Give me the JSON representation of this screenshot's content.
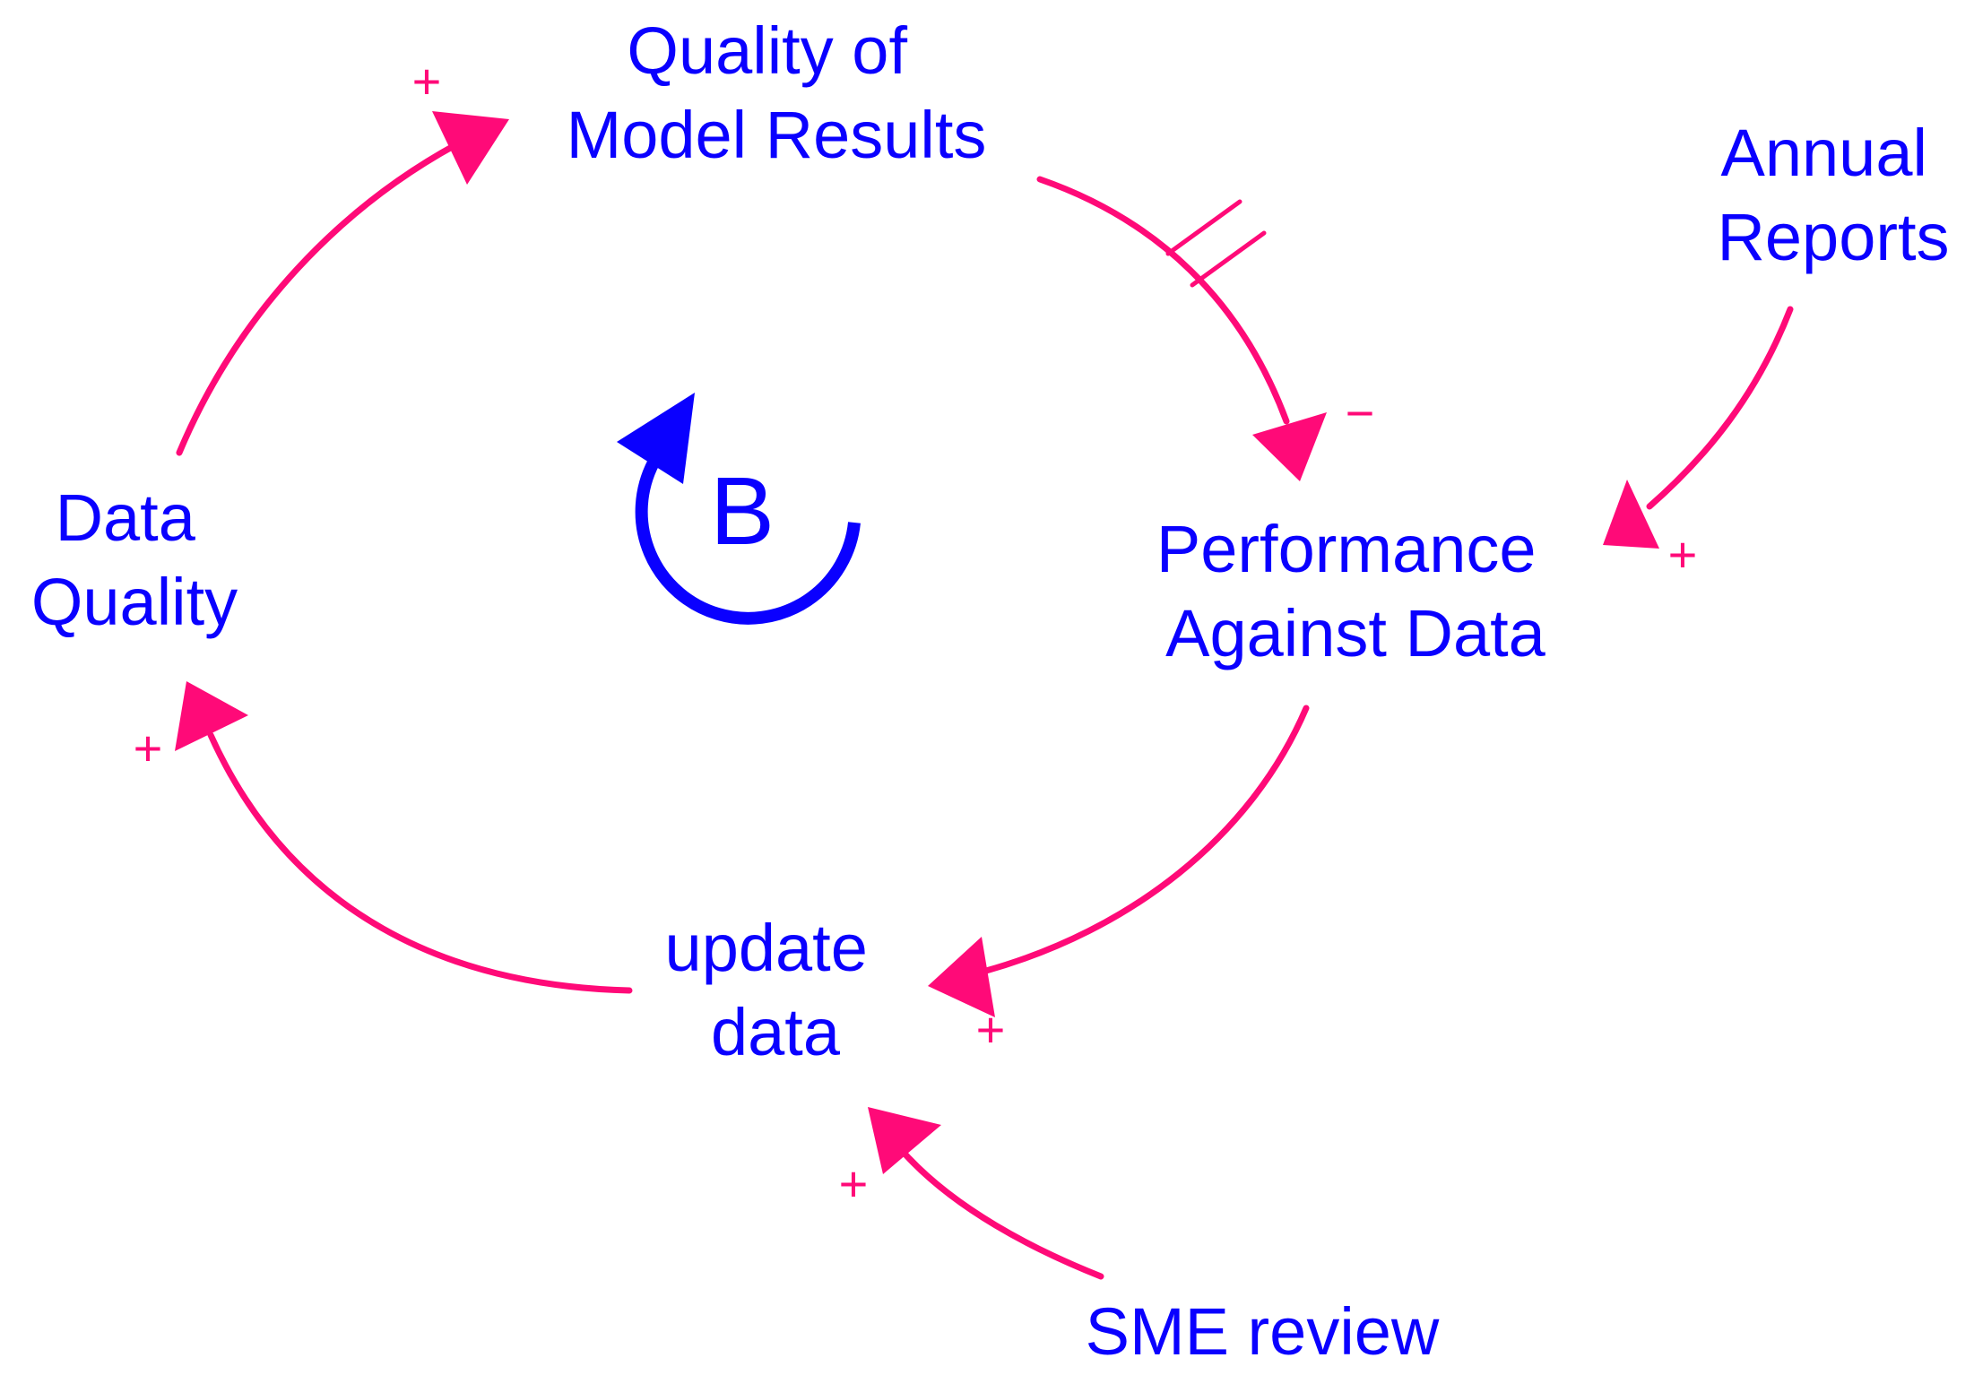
{
  "colors": {
    "node_text": "#0a00ff",
    "link": "#ff0a78",
    "loop": "#0a00ff",
    "background": "#ffffff"
  },
  "nodes": {
    "quality_of_model_results": [
      "Quality of",
      "Model Results"
    ],
    "performance_against_data": [
      "Performance",
      "Against Data"
    ],
    "annual_reports": [
      "Annual",
      "Reports"
    ],
    "data_quality": [
      "Data",
      "Quality"
    ],
    "update_data": [
      "update",
      "data"
    ],
    "sme_review": [
      "SME review"
    ]
  },
  "links": [
    {
      "from": "Data Quality",
      "to": "Quality of Model Results",
      "polarity": "+",
      "delay": false
    },
    {
      "from": "Quality of Model Results",
      "to": "Performance Against Data",
      "polarity": "−",
      "delay": true
    },
    {
      "from": "Annual Reports",
      "to": "Performance Against Data",
      "polarity": "+",
      "delay": false
    },
    {
      "from": "Performance Against Data",
      "to": "update data",
      "polarity": "+",
      "delay": false
    },
    {
      "from": "update data",
      "to": "Data Quality",
      "polarity": "+",
      "delay": false
    },
    {
      "from": "SME review",
      "to": "update data",
      "polarity": "+",
      "delay": false
    }
  ],
  "loop": {
    "label": "B",
    "type": "balancing"
  }
}
